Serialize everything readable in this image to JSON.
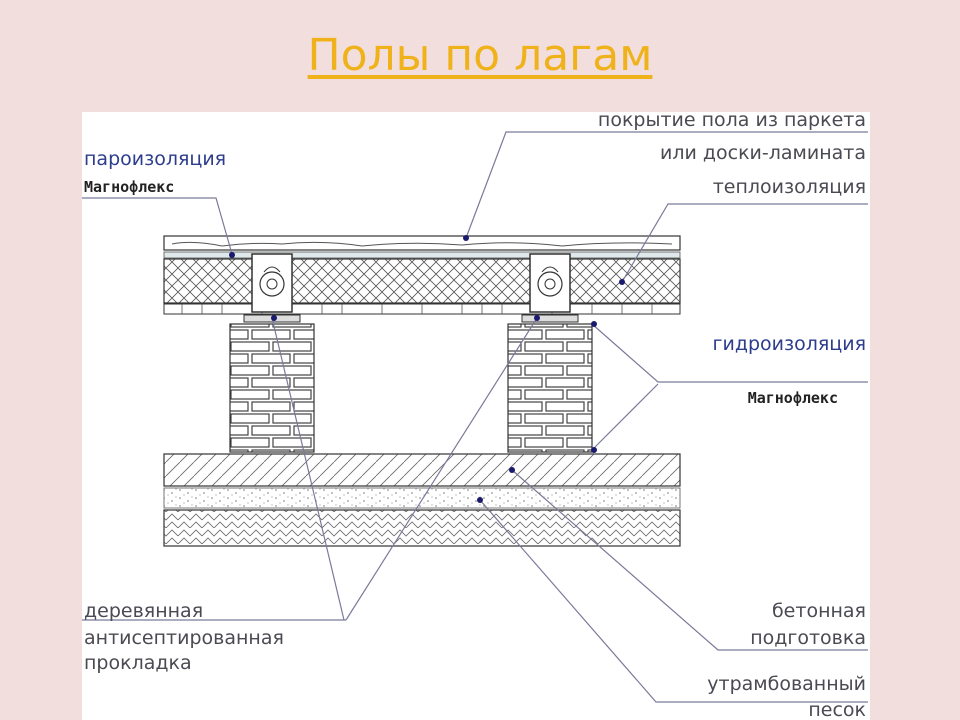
{
  "slide": {
    "title": "Полы по лагам"
  },
  "labels": {
    "vapor_barrier": "пароизоляция",
    "vapor_brand": "Магнофлекс",
    "finish_line1": "покрытие пола из паркета",
    "finish_line2": "или доски-ламината",
    "insulation": "теплоизоляция",
    "waterproofing": "гидроизоляция",
    "waterproof_brand": "Магнофлекс",
    "pad_line1": "деревянная",
    "pad_line2": "антисептированная",
    "pad_line3": "прокладка",
    "concrete_line1": "бетонная",
    "concrete_line2": "подготовка",
    "sand_line1": "утрамбованный",
    "sand_line2": "песок"
  },
  "colors": {
    "slide_bg": "#f2dedd",
    "title": "#f0b21a",
    "label_text": "#4a4a52",
    "label_blue": "#2d3d8c",
    "leader_line": "#7a7a9a",
    "line_art": "#333333",
    "dot": "#1a1a6e"
  }
}
